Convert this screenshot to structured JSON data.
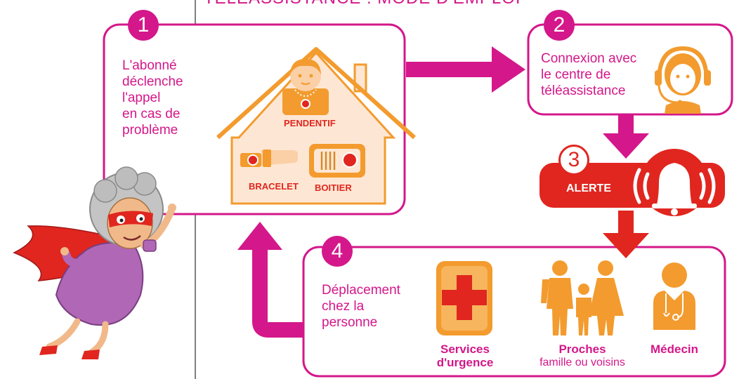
{
  "title": "TÉLÉASSISTANCE : MODE D'EMPLOI",
  "steps": {
    "s1": {
      "num": "1",
      "text": [
        "L'abonné",
        "déclenche",
        "l'appel",
        "en cas de",
        "problème"
      ]
    },
    "s2": {
      "num": "2",
      "text": [
        "Connexion avec",
        "le centre de",
        "téléassistance"
      ]
    },
    "s3": {
      "num": "3",
      "text": "ALERTE"
    },
    "s4": {
      "num": "4",
      "text": [
        "Déplacement",
        "chez la",
        "personne"
      ]
    }
  },
  "devices": {
    "pendentif": "PENDENTIF",
    "bracelet": "BRACELET",
    "boitier": "BOITIER"
  },
  "responders": {
    "urgence": [
      "Services",
      "d'urgence"
    ],
    "proches": "Proches",
    "proches_sub": "famille ou voisins",
    "medecin": "Médecin"
  },
  "colors": {
    "magenta": "#d4178a",
    "orange": "#f39b2e",
    "red": "#e0261f",
    "skin": "#fbd0a6"
  },
  "icons": [
    "house-icon",
    "pendant-icon",
    "bracelet-icon",
    "alarm-box-icon",
    "operator-headset-icon",
    "bell-icon",
    "red-cross-icon",
    "family-icon",
    "doctor-icon",
    "superhero-grandma-illustration"
  ]
}
